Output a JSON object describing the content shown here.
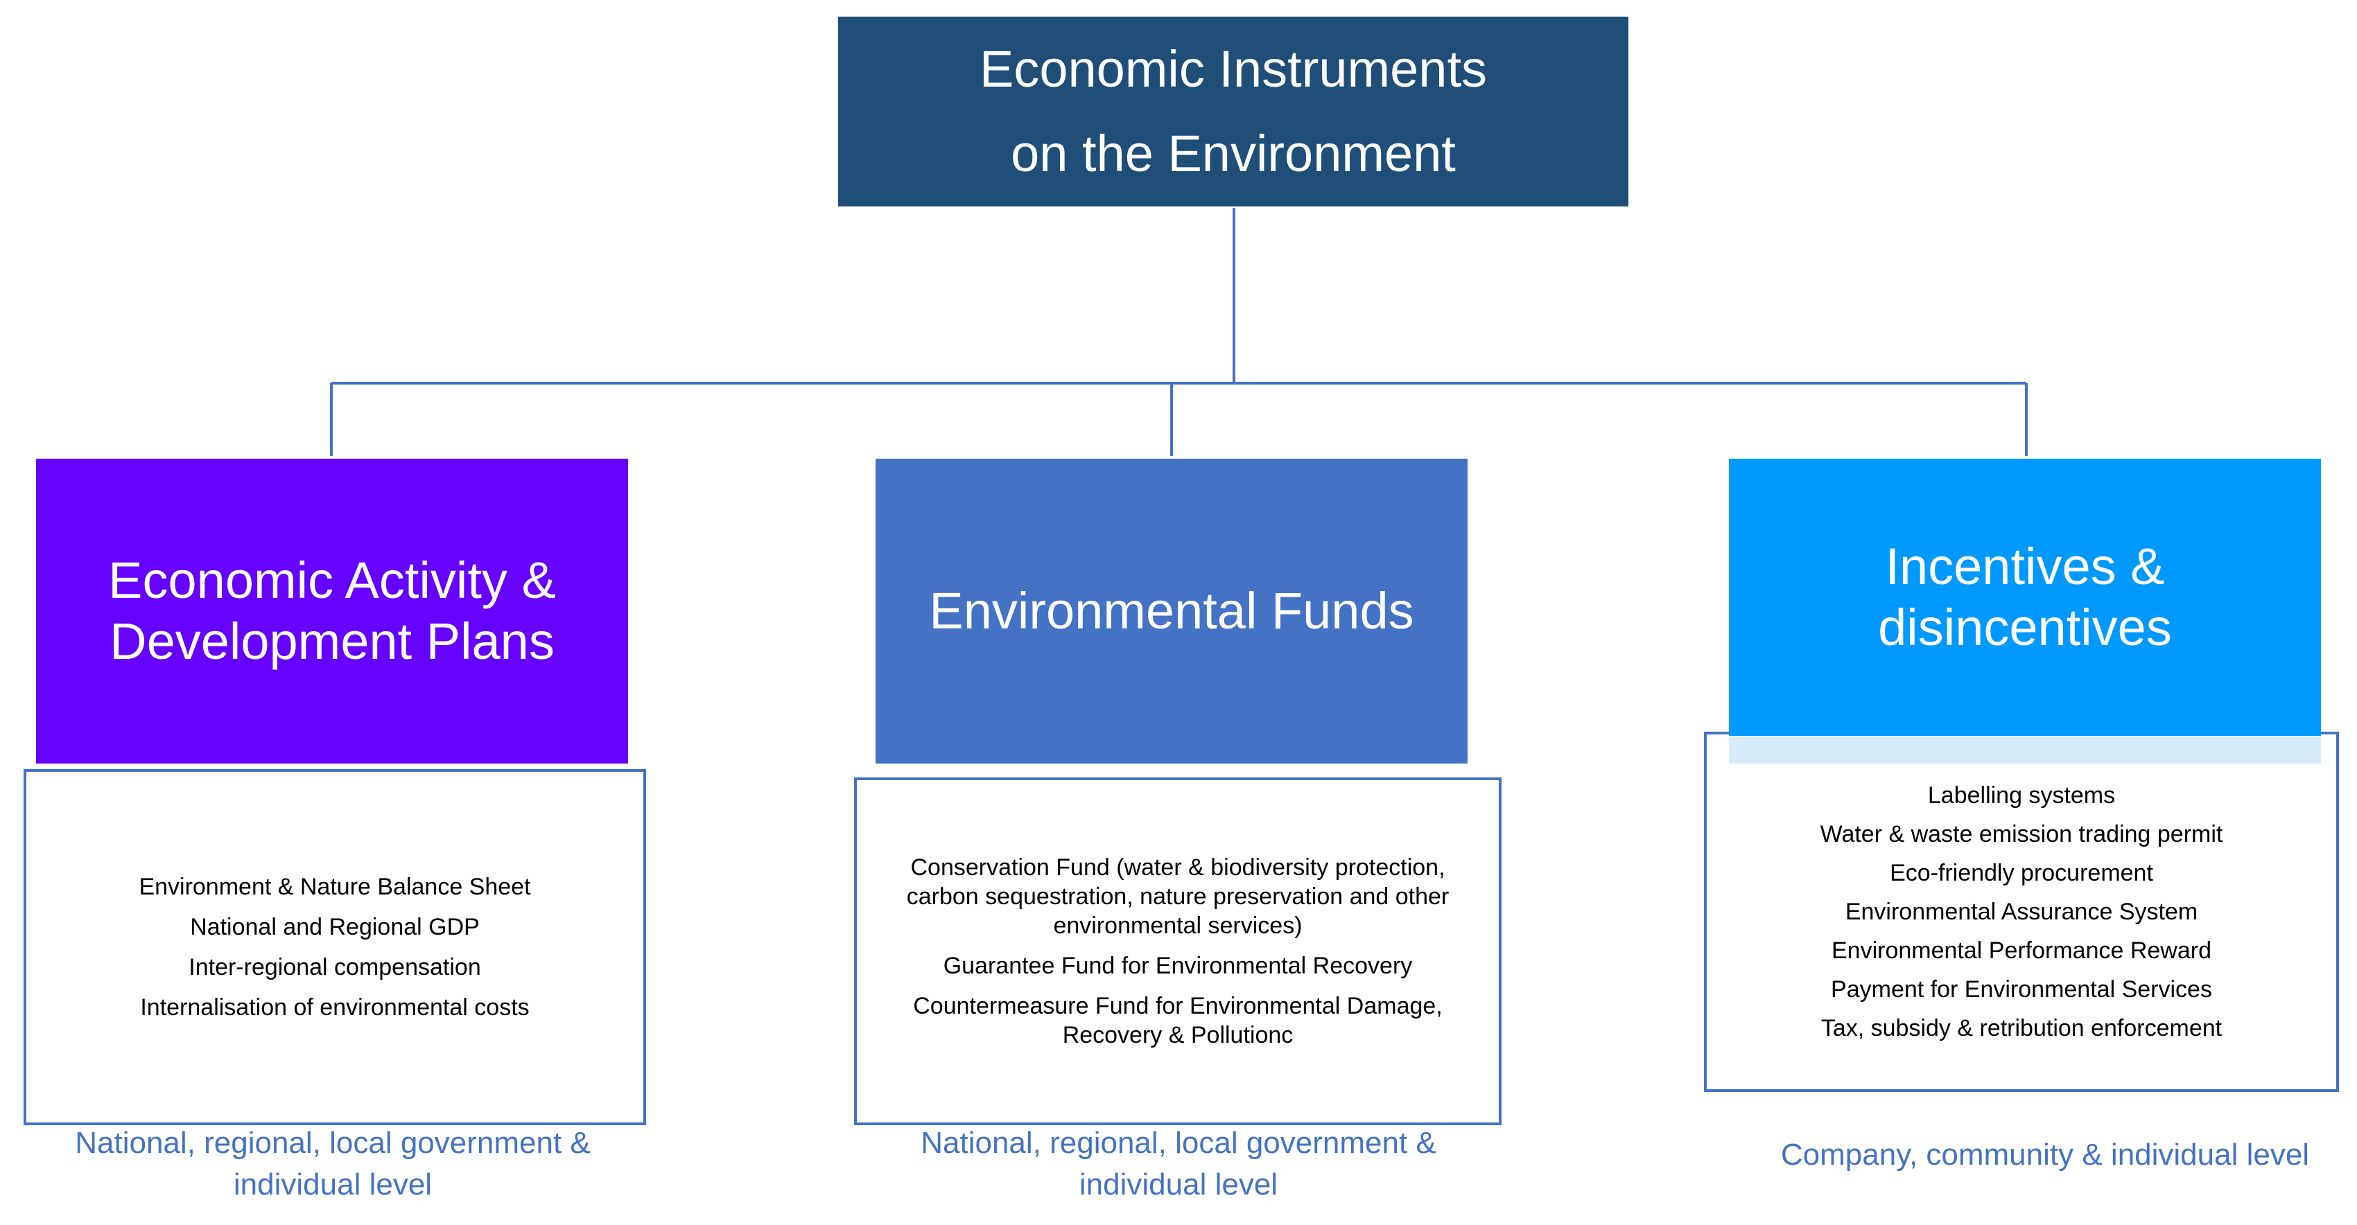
{
  "root": {
    "line1": "Economic Instruments",
    "line2": "on the Environment"
  },
  "categories": [
    {
      "title_line1": "Economic Activity &",
      "title_line2": "Development Plans",
      "color": "#6600ff",
      "items": [
        "Environment & Nature Balance Sheet",
        "National and Regional GDP",
        "Inter-regional compensation",
        "Internalisation of environmental costs"
      ],
      "level": "National, regional, local government & individual level"
    },
    {
      "title_line1": "Environmental Funds",
      "title_line2": "",
      "color": "#4472c4",
      "items": [
        "Conservation Fund (water & biodiversity protection, carbon sequestration, nature preservation and other environmental services)",
        "Guarantee Fund for Environmental Recovery",
        "Countermeasure Fund for Environmental Damage, Recovery & Pollutionc"
      ],
      "level": "National, regional, local government & individual level"
    },
    {
      "title_line1": "Incentives & disincentives",
      "title_line2": "",
      "color": "#0099ff",
      "items": [
        "Labelling systems",
        "Water & waste emission trading permit",
        "Eco-friendly procurement",
        "Environmental Assurance System",
        "Environmental Performance Reward",
        "Payment for Environmental Services",
        "Tax, subsidy & retribution enforcement"
      ],
      "level": "Company, community & individual level"
    }
  ],
  "colors": {
    "root": "#1f4e79",
    "connector": "#4472c4",
    "level_text": "#4472c4"
  }
}
